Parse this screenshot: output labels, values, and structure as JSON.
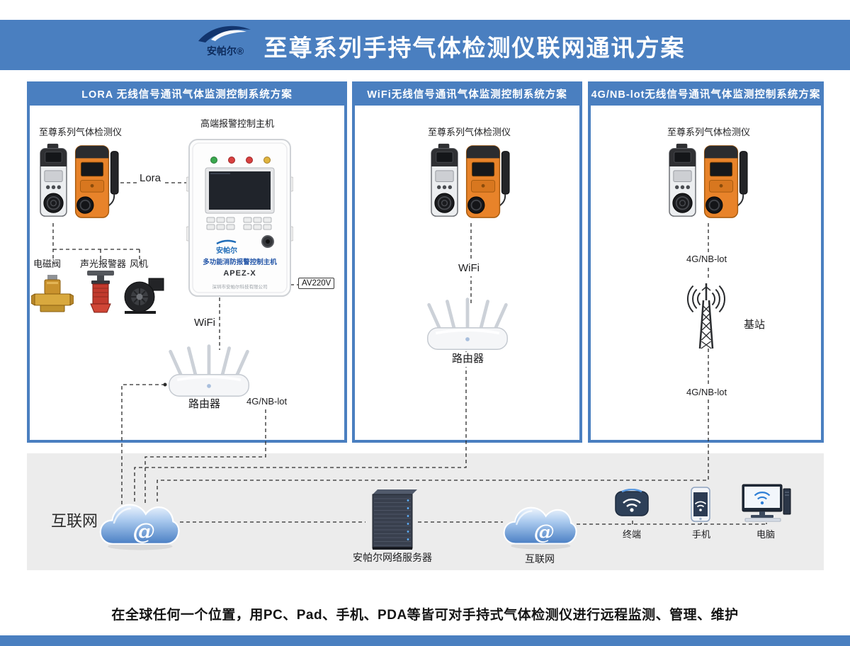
{
  "header": {
    "brand": "安帕尔®",
    "title": "至尊系列手持气体检测仪联网通讯方案"
  },
  "panels": [
    {
      "title": "LORA 无线信号通讯气体监测控制系统方案",
      "detector_label": "至尊系列气体检测仪",
      "host_label": "高端报警控制主机",
      "link_label": "Lora",
      "valve_label": "电磁阀",
      "alarm_label": "声光报警器",
      "fan_label": "风机",
      "power_label": "AV220V",
      "wifi_label": "WiFi",
      "router_label": "路由器",
      "cellular_label": "4G/NB-lot",
      "host": {
        "brand": "安帕尔",
        "name": "多功能消防报警控制主机",
        "model": "APEZ-X",
        "company": "深圳市安帕尔科技有限公司"
      }
    },
    {
      "title": "WiFi无线信号通讯气体监测控制系统方案",
      "detector_label": "至尊系列气体检测仪",
      "wifi_label": "WiFi",
      "router_label": "路由器"
    },
    {
      "title": "4G/NB-lot无线信号通讯气体监测控制系统方案",
      "detector_label": "至尊系列气体检测仪",
      "cellular_top_label": "4G/NB-lot",
      "station_label": "基站",
      "cellular_bottom_label": "4G/NB-lot"
    }
  ],
  "network": {
    "internet_title": "互联网",
    "cloud1_at": "@",
    "server_label": "安帕尔网络服务器",
    "cloud2_at": "@",
    "cloud2_label": "互联网",
    "terminal_label": "终端",
    "phone_label": "手机",
    "pc_label": "电脑"
  },
  "footer": {
    "caption": "在全球任何一个位置，用PC、Pad、手机、PDA等皆可对手持式气体检测仪进行远程监测、管理、维护"
  },
  "colors": {
    "primary_blue": "#4a7fc0",
    "band_gray": "#ececec",
    "detector_orange": "#e8832a",
    "brand_navy": "#12356e"
  },
  "icons": {
    "detectors": "gas-detector-pair",
    "host": "alarm-control-host",
    "valve": "solenoid-valve",
    "alarm": "sound-light-alarm",
    "fan": "fan-blower",
    "router": "wireless-router",
    "station": "cell-tower",
    "cloud": "internet-cloud",
    "server": "server-rack",
    "terminal": "wifi-terminal",
    "phone": "smartphone",
    "pc": "desktop-computer"
  }
}
